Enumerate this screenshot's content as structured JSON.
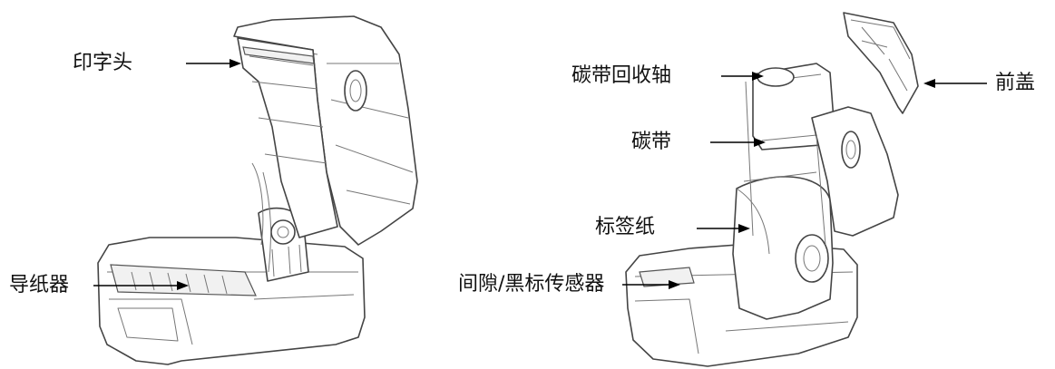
{
  "labels": {
    "print_head": "印字头",
    "paper_guide": "导纸器",
    "ribbon_rewind_spindle": "碳带回收轴",
    "ribbon": "碳带",
    "label_paper": "标签纸",
    "gap_black_mark_sensor": "间隙/黑标传感器",
    "front_cover": "前盖"
  }
}
